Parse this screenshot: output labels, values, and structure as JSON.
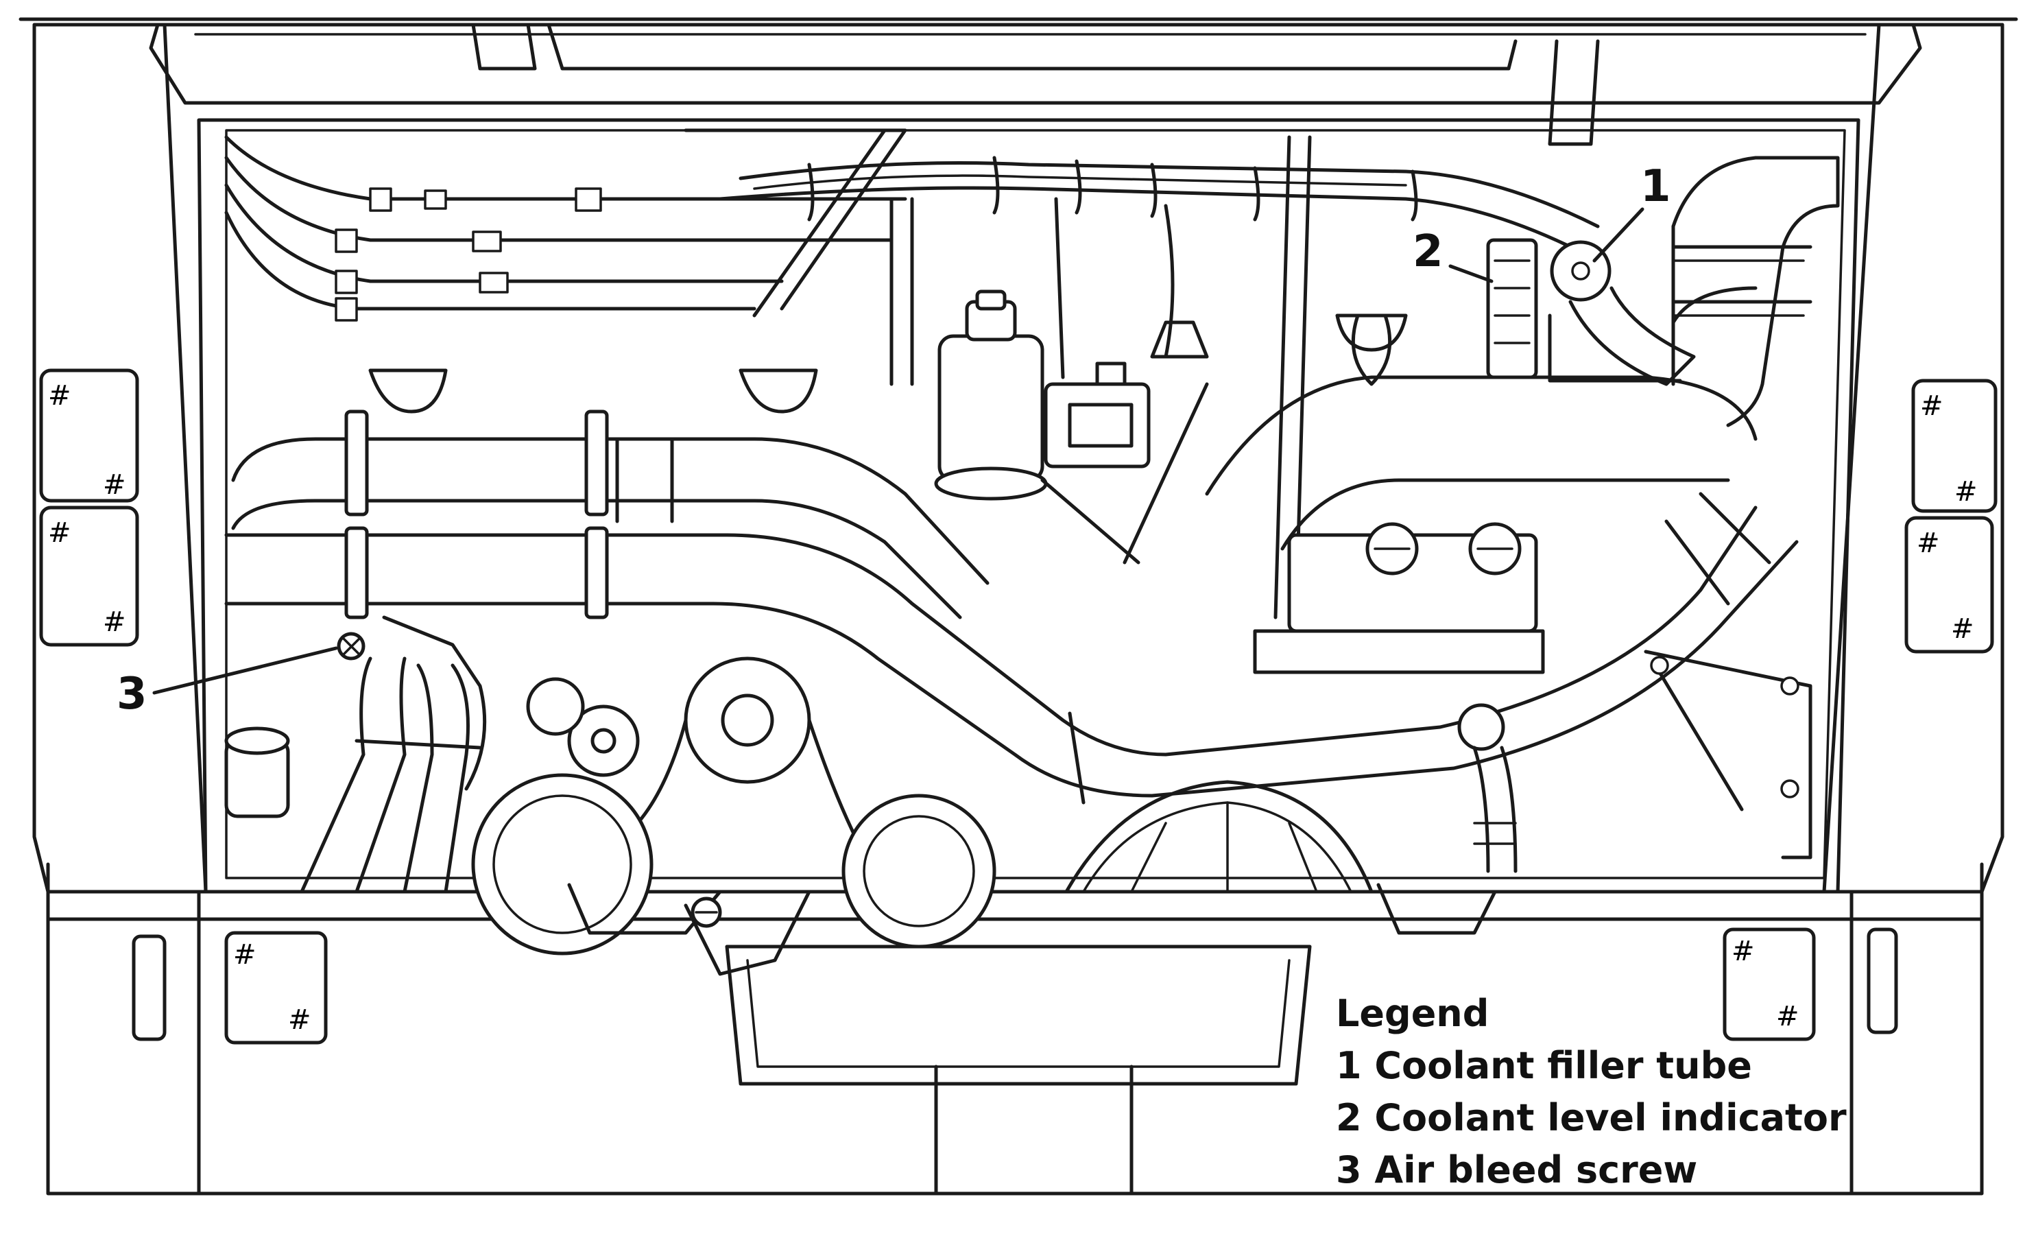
{
  "callouts": [
    {
      "number": "1",
      "target": "coolant-filler-tube"
    },
    {
      "number": "2",
      "target": "coolant-level-indicator"
    },
    {
      "number": "3",
      "target": "air-bleed-screw"
    }
  ],
  "legend": {
    "title": "Legend",
    "items": [
      "1 Coolant filler tube",
      "2 Coolant level indicator",
      "3 Air bleed screw"
    ]
  }
}
